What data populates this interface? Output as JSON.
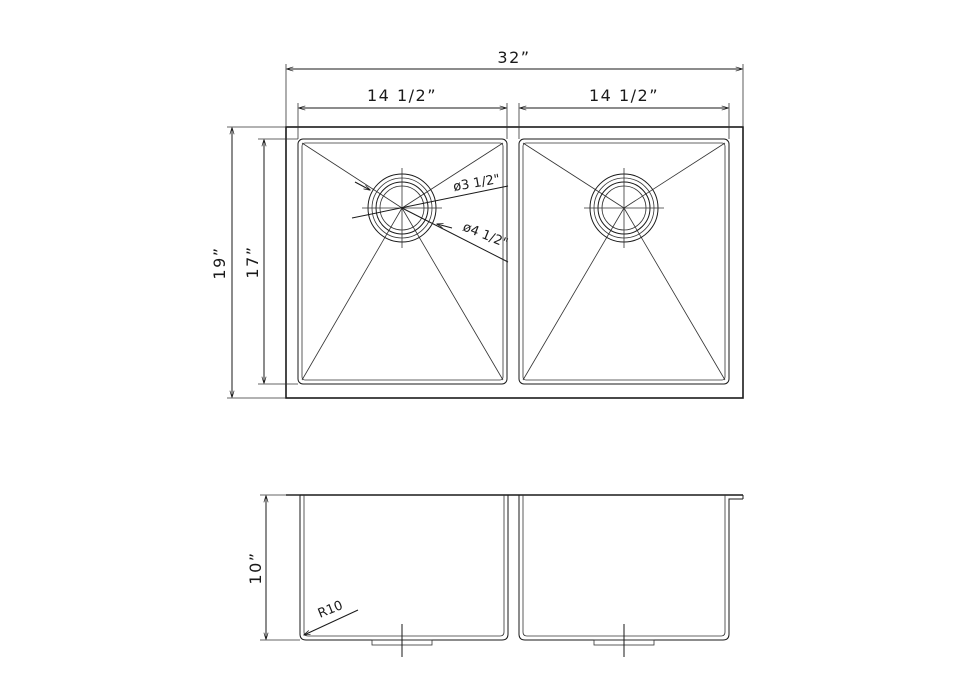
{
  "top_view": {
    "overall_width": "32”",
    "left_bowl_width": "14  1/2”",
    "right_bowl_width": "14  1/2”",
    "overall_depth": "19”",
    "bowl_depth": "17”",
    "drain_diameter": "ø3 1/2\"",
    "flange_diameter": "ø4 1/2\""
  },
  "front_view": {
    "height": "10”",
    "corner_radius": "R10"
  }
}
